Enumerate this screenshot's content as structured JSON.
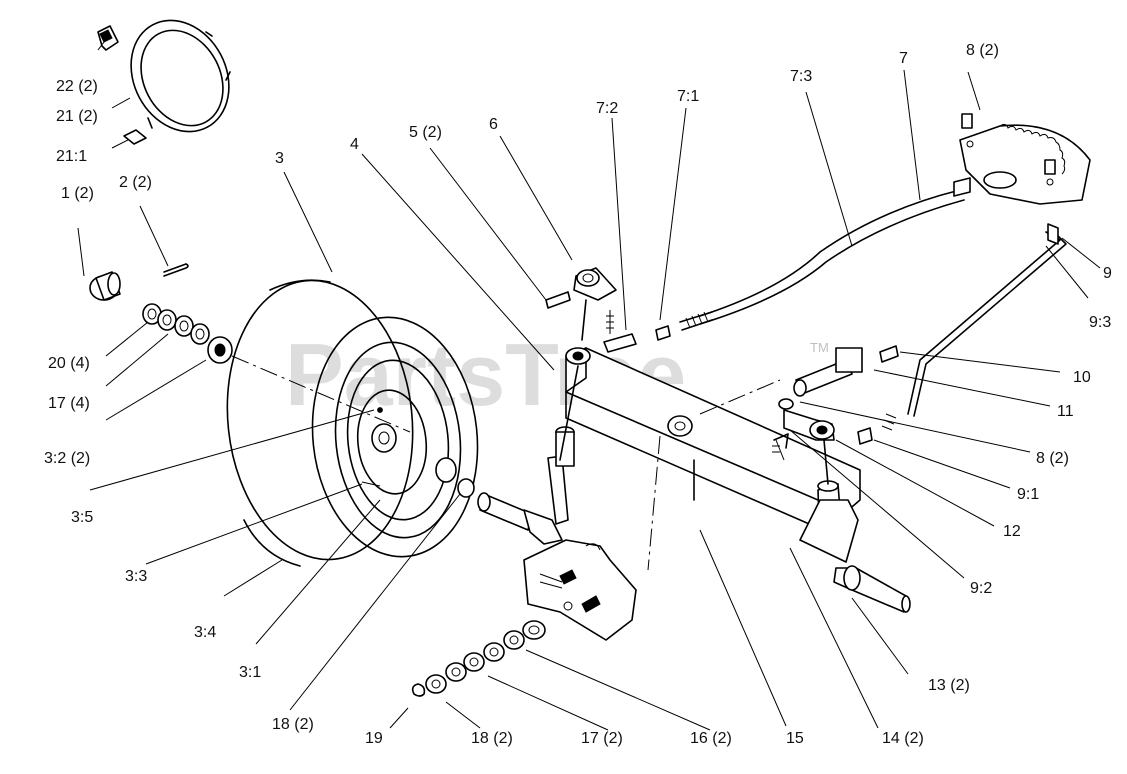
{
  "watermark": {
    "text": "PartsTree",
    "trademark": "TM"
  },
  "callouts": {
    "c1": "1 (2)",
    "c2": "2 (2)",
    "c3": "3",
    "c3_1": "3:1",
    "c3_2": "3:2 (2)",
    "c3_3": "3:3",
    "c3_4": "3:4",
    "c3_5": "3:5",
    "c4": "4",
    "c5": "5 (2)",
    "c6": "6",
    "c7": "7",
    "c7_1": "7:1",
    "c7_2": "7:2",
    "c7_3": "7:3",
    "c8a": "8 (2)",
    "c8b": "8 (2)",
    "c9": "9",
    "c9_1": "9:1",
    "c9_2": "9:2",
    "c9_3": "9:3",
    "c10": "10",
    "c11": "11",
    "c12": "12",
    "c13": "13 (2)",
    "c14": "14 (2)",
    "c15": "15",
    "c16": "16 (2)",
    "c17a": "17 (4)",
    "c17b": "17 (2)",
    "c18a": "18 (2)",
    "c18b": "18 (2)",
    "c19": "19",
    "c20": "20 (4)",
    "c21": "21 (2)",
    "c21_1": "21:1",
    "c22": "22 (2)"
  }
}
